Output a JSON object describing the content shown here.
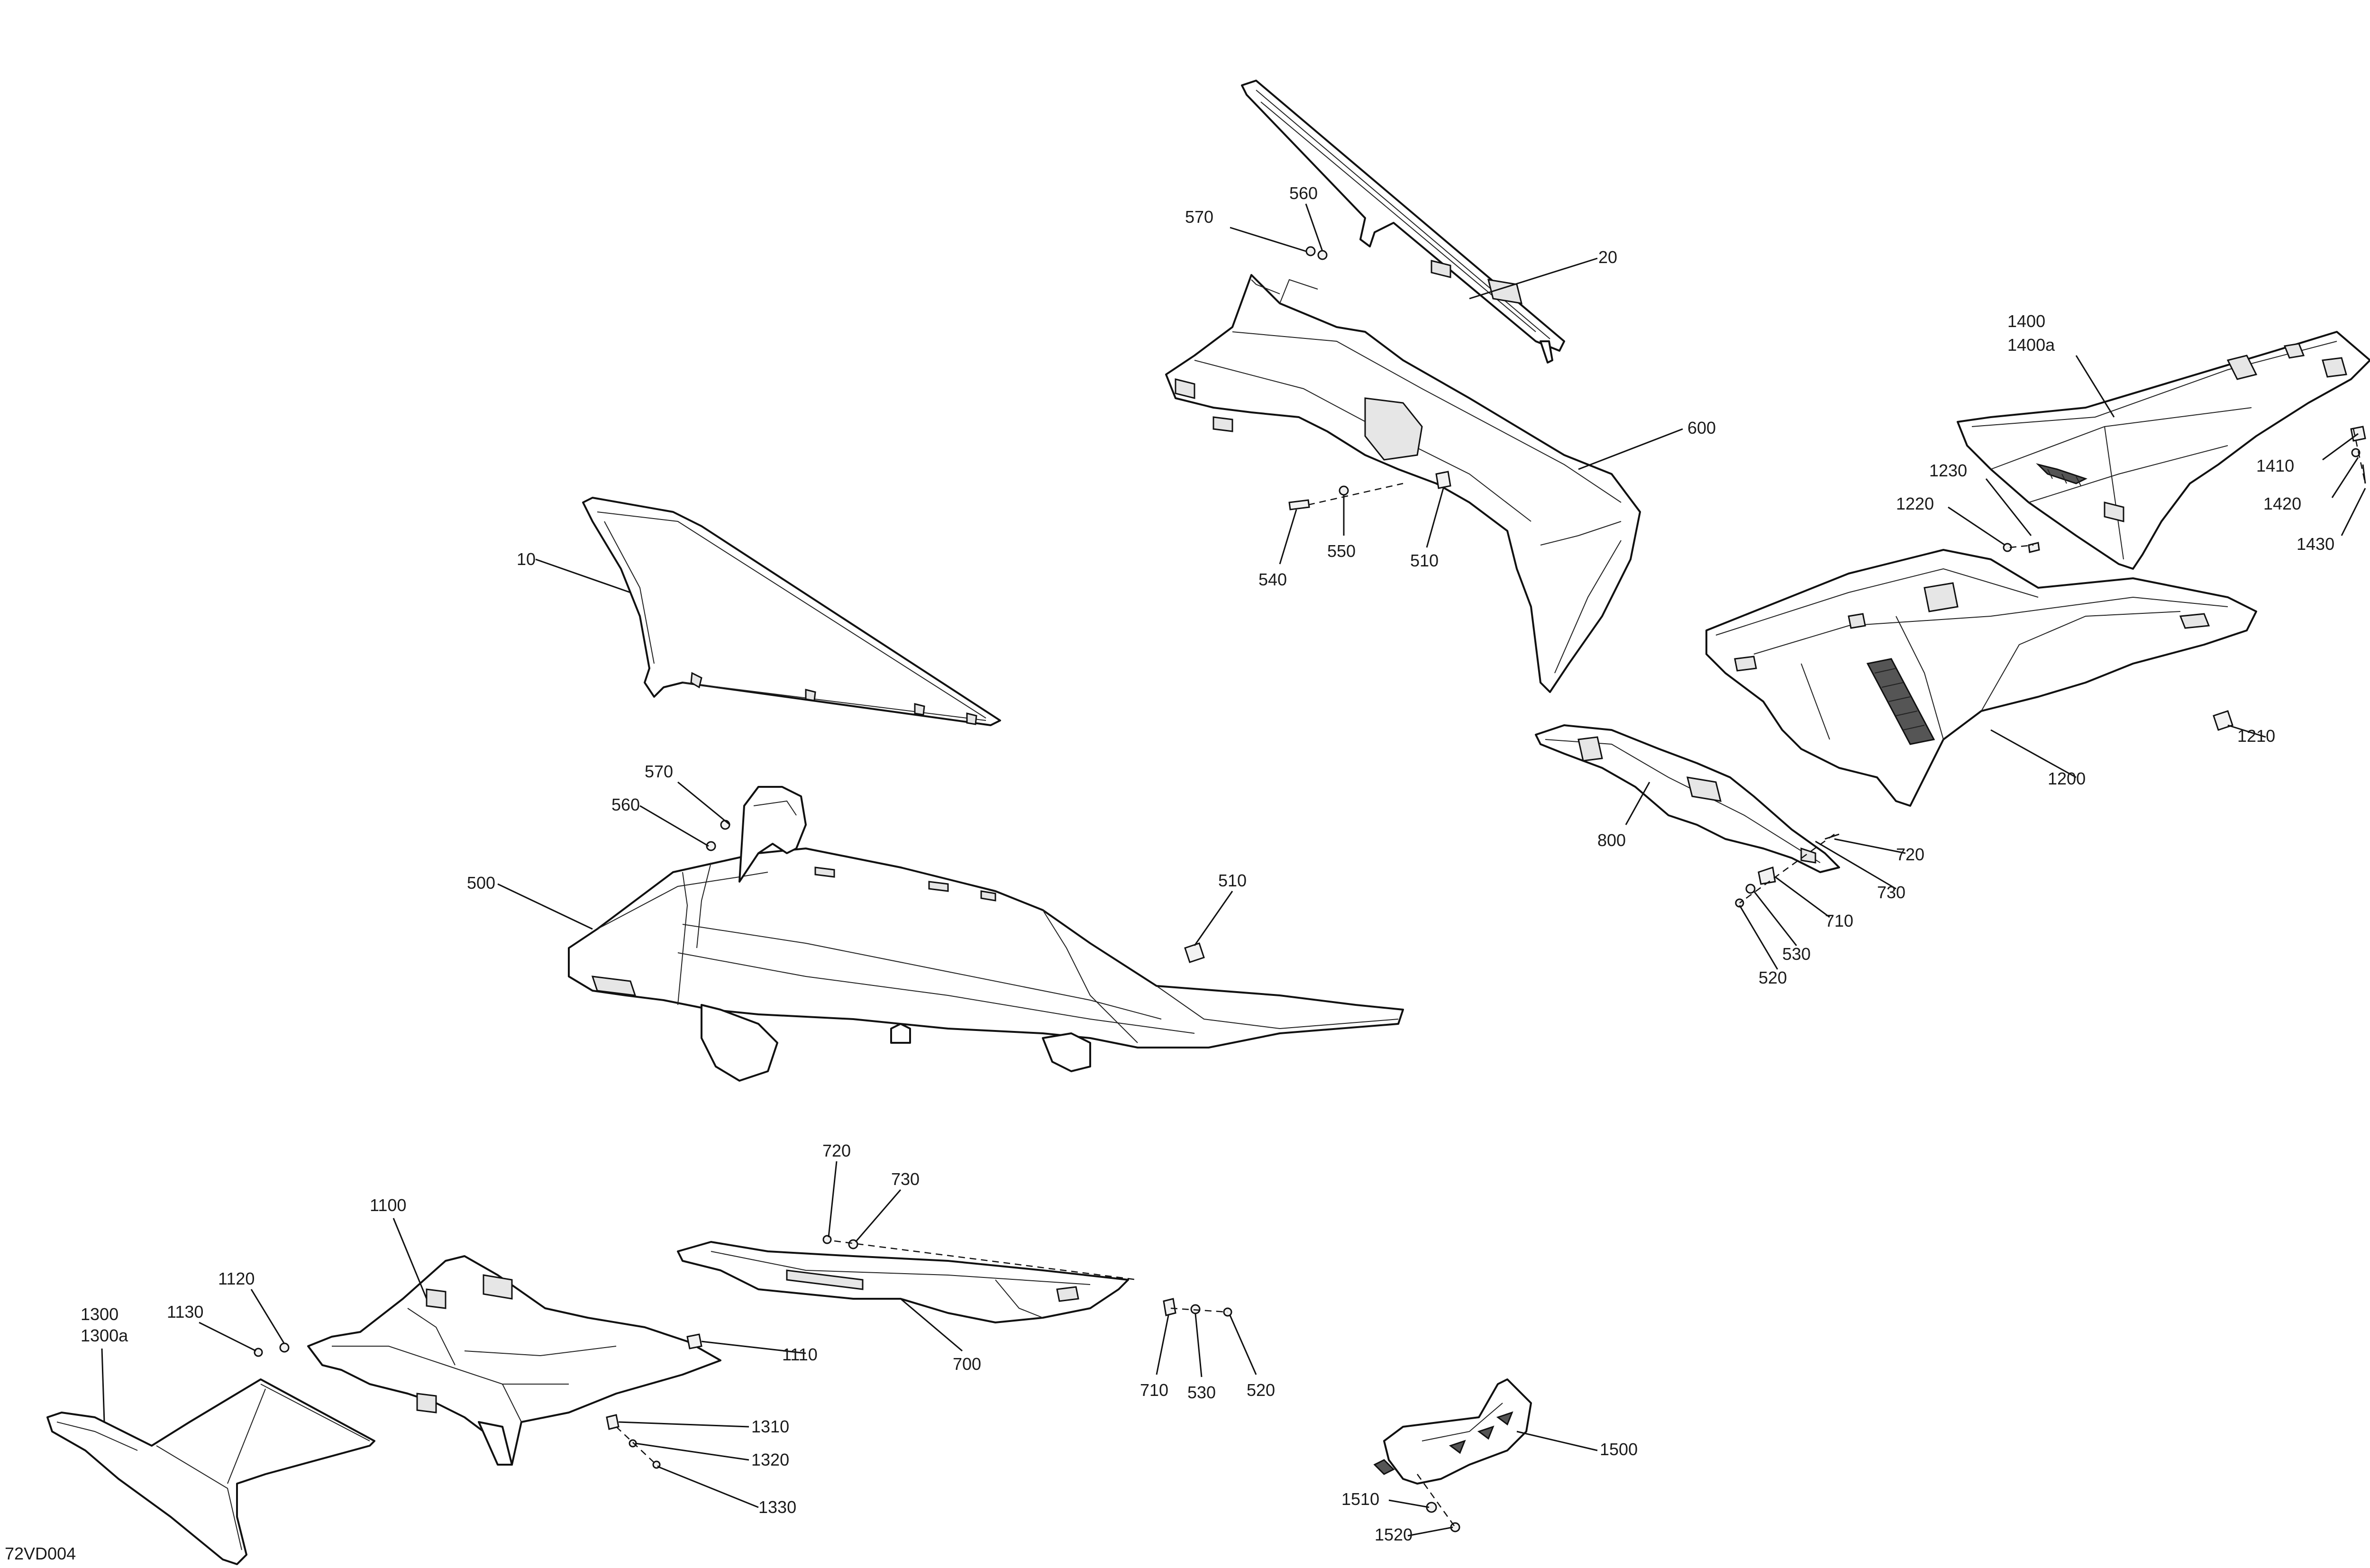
{
  "diagram_code": "72VD004",
  "callouts": {
    "c10": "10",
    "c20": "20",
    "c500": "500",
    "c510a": "510",
    "c510b": "510",
    "c520a": "520",
    "c520b": "520",
    "c530a": "530",
    "c530b": "530",
    "c540": "540",
    "c550": "550",
    "c560a": "560",
    "c560b": "560",
    "c570a": "570",
    "c570b": "570",
    "c600": "600",
    "c700": "700",
    "c710a": "710",
    "c710b": "710",
    "c720a": "720",
    "c720b": "720",
    "c730a": "730",
    "c730b": "730",
    "c800": "800",
    "c1100": "1100",
    "c1110": "1110",
    "c1120": "1120",
    "c1130": "1130",
    "c1200": "1200",
    "c1210": "1210",
    "c1220": "1220",
    "c1230": "1230",
    "c1300": "1300",
    "c1300a": "1300a",
    "c1310": "1310",
    "c1320": "1320",
    "c1330": "1330",
    "c1400": "1400",
    "c1400a": "1400a",
    "c1410": "1410",
    "c1420": "1420",
    "c1430": "1430",
    "c1500": "1500",
    "c1510": "1510",
    "c1520": "1520"
  }
}
